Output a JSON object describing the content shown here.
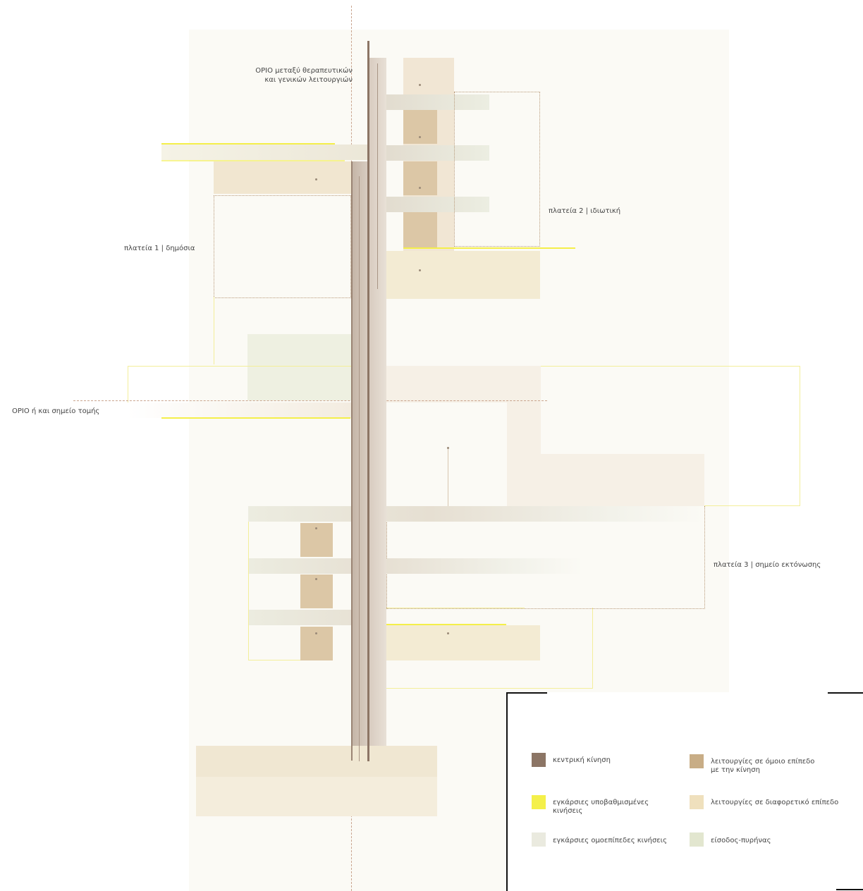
{
  "labels": {
    "boundary_top_line1": "ΟΡΙΟ μεταξύ θεραπευτικών",
    "boundary_top_line2": "και γενικών λειτουργιών",
    "plaza1": "πλατεία 1 | δημόσια",
    "plaza2": "πλατεία 2 | ιδιωτική",
    "plaza3": "πλατεία 3 | σημείο εκτόνωσης",
    "section_boundary": "ΟΡΙΟ ή και σημείο τομής"
  },
  "legend": {
    "items": [
      {
        "label": "κεντρική κίνηση",
        "color": "#8c7565"
      },
      {
        "label": "λειτουργίες σε όμοιο επίπεδο\nμε την κίνηση",
        "color": "#c8ad86"
      },
      {
        "label": "εγκάρσιες υποβαθμισμένες\nκινήσεις",
        "color": "#f4f04a"
      },
      {
        "label": "λειτουργίες σε διαφορετικό επίπεδο",
        "color": "#efe0bd"
      },
      {
        "label": "εγκάρσιες ομοεπίπεδες κινήσεις",
        "color": "#eaeadf"
      },
      {
        "label": "είσοδος-πυρήνας",
        "color": "#e2e6cf"
      }
    ]
  }
}
